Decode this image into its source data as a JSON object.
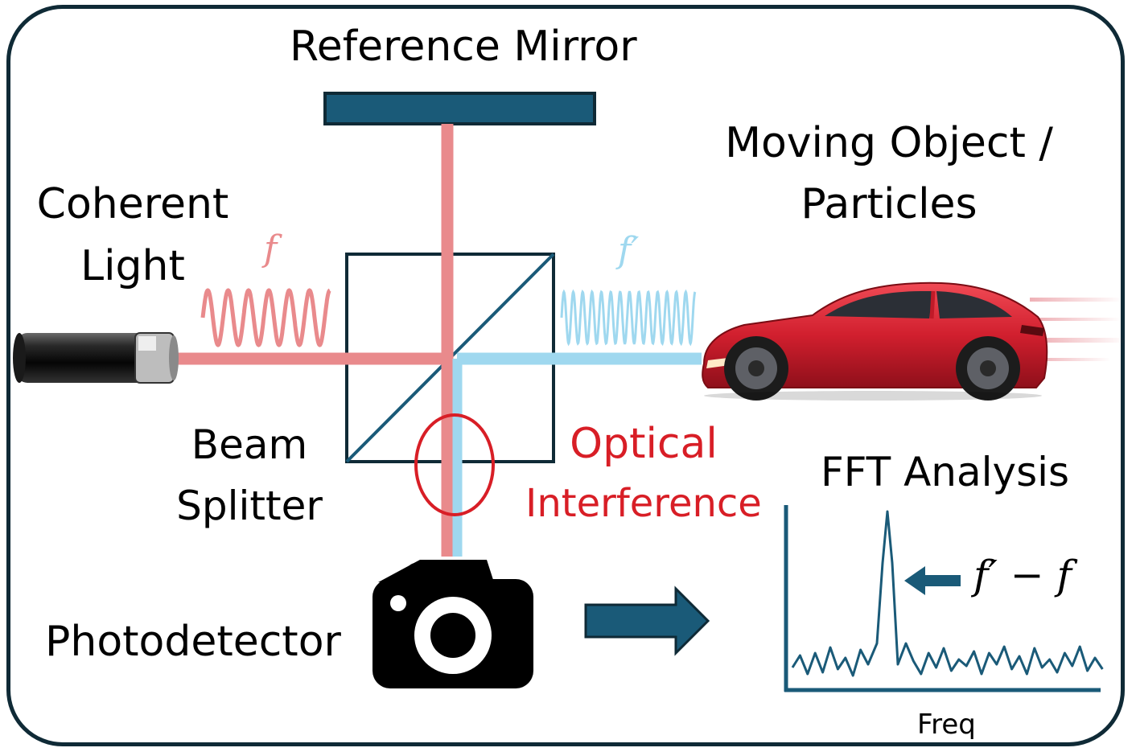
{
  "labels": {
    "reference_mirror": "Reference Mirror",
    "coherent_light": "Coherent\nLight",
    "coherent_line1": "Coherent",
    "coherent_line2": "Light",
    "moving_line1": "Moving Object /",
    "moving_line2": "Particles",
    "beam_line1": "Beam",
    "beam_line2": "Splitter",
    "optical_line1": "Optical",
    "optical_line2": "Interference",
    "photodetector": "Photodetector",
    "fft_title": "FFT Analysis",
    "freq_axis": "Freq"
  },
  "symbols": {
    "f": "f",
    "f_prime": "f′",
    "difference": "f′ − f"
  },
  "colors": {
    "reference_beam": "#e98a8c",
    "object_beam": "#9fd8ef",
    "component": "#1a5a78",
    "highlight": "#d81e26",
    "outline": "#0f2a36"
  },
  "icons": {
    "laser": "laser-emitter-icon",
    "camera": "camera-icon",
    "car": "red-car-icon",
    "arrow": "right-arrow-icon"
  }
}
